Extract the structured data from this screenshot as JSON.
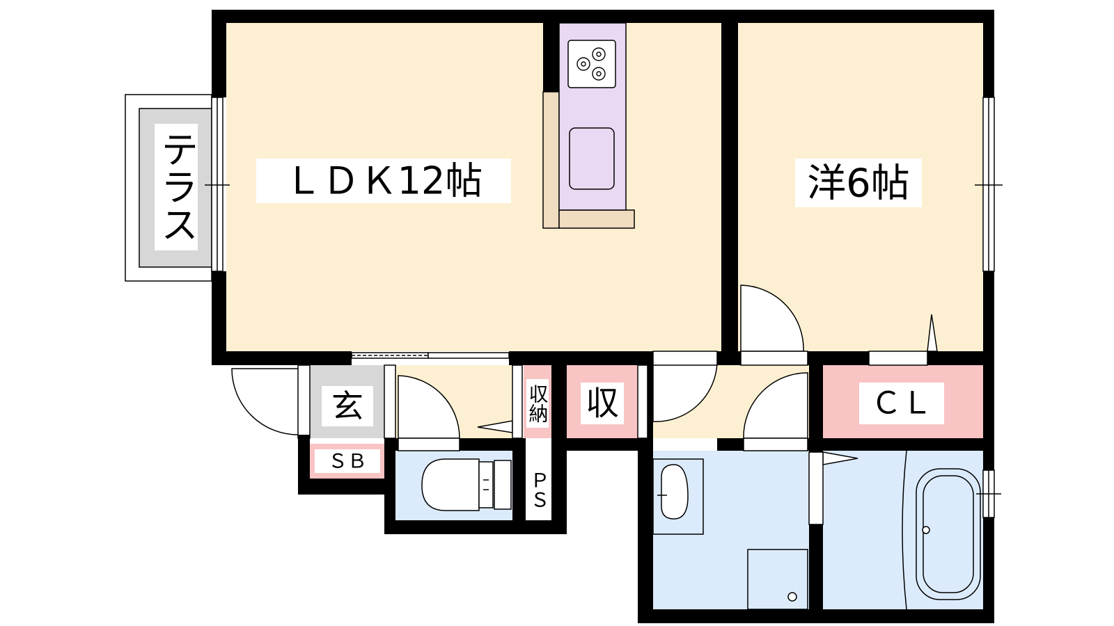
{
  "labels": {
    "terrace": "テラス",
    "ldk": "ＬＤＫ12帖",
    "western": "洋6帖",
    "entrance": "玄",
    "shoebox": "ＳＢ",
    "storage_small": "収納",
    "storage": "収",
    "closet": "ＣＬ",
    "pipe_space": "ＰＳ"
  },
  "colors": {
    "living": "#fdf0d2",
    "kitchen": "#ead9f3",
    "counter": "#f0dcbf",
    "storage": "#f9c4c4",
    "wet": "#dcebfb",
    "entrance": "#d7d7d7",
    "terrace": "#d7d7d7",
    "wall": "#000000"
  }
}
